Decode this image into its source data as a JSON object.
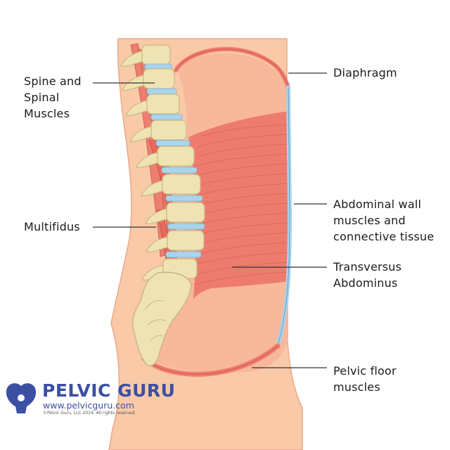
{
  "labels": {
    "spine": [
      "Spine and",
      "Spinal",
      "Muscles"
    ],
    "diaphragm": [
      "Diaphragm"
    ],
    "multifidus": [
      "Multifidus"
    ],
    "abdominal_wall": [
      "Abdominal wall",
      "muscles and",
      "connective tissue"
    ],
    "transversus": [
      "Transversus",
      "Abdominus"
    ],
    "pelvic_floor": [
      "Pelvic floor",
      "muscles"
    ]
  },
  "brand": {
    "name": "PELVIC GURU",
    "url": "www.pelvicguru.com",
    "copyright": "©Pelvic Guru, LLC 2019. All rights reserved."
  },
  "colors": {
    "skin": "#f9c9a8",
    "skin_outline": "#eba98c",
    "muscle": "#ee7c6e",
    "muscle_dark": "#d2574b",
    "bone": "#efe3b4",
    "bone_outline": "#cbb77c",
    "disc": "#a9d4ec",
    "brand": "#3b4fa3"
  }
}
